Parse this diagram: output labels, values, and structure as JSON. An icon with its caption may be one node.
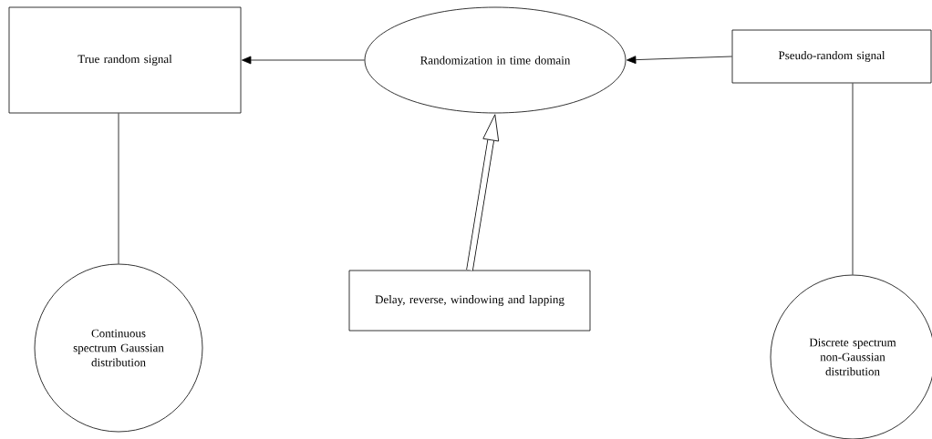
{
  "diagram": {
    "nodes": [
      {
        "text": [
          "True random signal"
        ]
      },
      {
        "text": [
          "Randomization in time domain"
        ]
      },
      {
        "text": [
          "Pseudo-random signal"
        ]
      },
      {
        "text": [
          "Delay, reverse, windowing and lapping"
        ]
      },
      {
        "text": [
          "Continuous spectrum Gaussian distribution"
        ]
      },
      {
        "text": [
          "Discrete spectrum non-Gaussian distribution"
        ]
      }
    ],
    "edges": [
      {
        "from": 1,
        "to": 0,
        "arrow": "to"
      },
      {
        "from": 2,
        "to": 1,
        "arrow": "to"
      },
      {
        "from": 3,
        "to": 1,
        "arrow": "to",
        "style": "thick"
      },
      {
        "from": 0,
        "to": 4,
        "arrow": "none"
      },
      {
        "from": 2,
        "to": 5,
        "arrow": "none"
      }
    ]
  }
}
